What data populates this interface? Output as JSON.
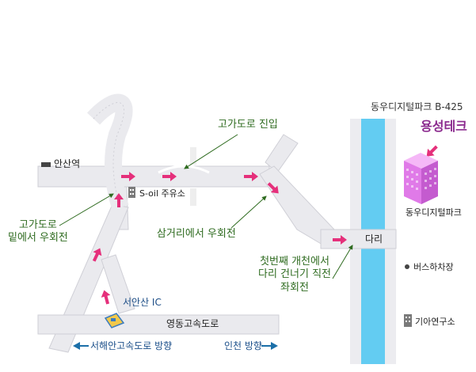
{
  "map": {
    "colors": {
      "road": "#eaeaee",
      "road_edge": "#cfcfd6",
      "river": "#63ccf2",
      "river_bank": "#ececf0",
      "arrow_pink": "#e5307b",
      "pointer_green": "#2e6b1f",
      "direction_blue": "#1b6fa8",
      "building_pink": "#e07ae8",
      "destination_title": "#8b2a8e"
    },
    "landmarks": {
      "ansan_station": "안산역",
      "soil_station": "S-oil 주유소",
      "seoansan_ic": "서안산 IC",
      "bus_stop": "버스하차장",
      "kia_lab": "기아연구소",
      "dongwoo_park": "동우디지털파크"
    },
    "roads": {
      "expressway": "영동고속도로",
      "bridge": "다리"
    },
    "callouts": {
      "overpass_entry": "고가도로 진입",
      "under_overpass_uturn": [
        "고가도로",
        "밑에서 우회전"
      ],
      "junction_right_turn": "삼거리에서 우회전",
      "first_bridge_left": [
        "첫번째 개천에서",
        "다리 건너기 직전",
        "좌회전"
      ]
    },
    "destination": {
      "address": "동우디지털파크 B-425",
      "company": "용성테크"
    },
    "directions": {
      "west": "서해안고속도로 방향",
      "east": "인천 방향"
    },
    "icons": {
      "ansan_station": "station-bar-icon",
      "soil_station": "building-icon",
      "seoansan_ic": "interchange-sign-icon",
      "bus_stop": "dot-icon",
      "kia_lab": "building-icon",
      "dongwoo_park": "tall-building-icon"
    }
  }
}
